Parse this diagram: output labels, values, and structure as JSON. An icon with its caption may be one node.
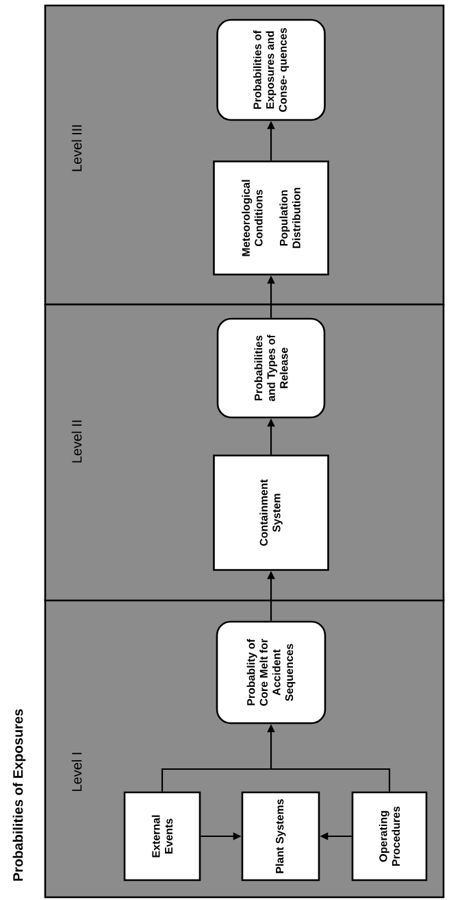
{
  "diagram": {
    "title": "Probabilities of Exposures",
    "nodes": [
      {
        "text": [
          "Level I"
        ]
      },
      {
        "text": [
          "External Events"
        ],
        "in": 0
      },
      {
        "text": [
          "Plant Systems"
        ],
        "in": 0
      },
      {
        "text": [
          "Operating Procedures"
        ],
        "in": 0
      },
      {
        "text": [
          "Probablity of Core Melt for Accident Sequences"
        ],
        "in": 0
      },
      {
        "text": [
          "Level II"
        ]
      },
      {
        "text": [
          "Containment System"
        ],
        "in": 5
      },
      {
        "text": [
          "Probabilities and Types of Release"
        ],
        "in": 5
      },
      {
        "text": [
          "Level III"
        ]
      },
      {
        "text": [
          "Meteorological Conditions",
          "Population Distribution"
        ],
        "in": 8
      },
      {
        "text": [
          "Probabilities of Exposures and Conse- quences"
        ],
        "in": 8
      }
    ],
    "edges": [
      {
        "from": 1,
        "to": 2,
        "arrow": "to"
      },
      {
        "from": 3,
        "to": 2,
        "arrow": "to"
      },
      {
        "from": 1,
        "to": 4,
        "arrow": "to"
      },
      {
        "from": 3,
        "to": 4,
        "arrow": "to"
      },
      {
        "from": 4,
        "to": 6,
        "arrow": "to"
      },
      {
        "from": 6,
        "to": 7,
        "arrow": "to"
      },
      {
        "from": 7,
        "to": 9,
        "arrow": "to"
      },
      {
        "from": 9,
        "to": 10,
        "arrow": "to"
      }
    ]
  }
}
